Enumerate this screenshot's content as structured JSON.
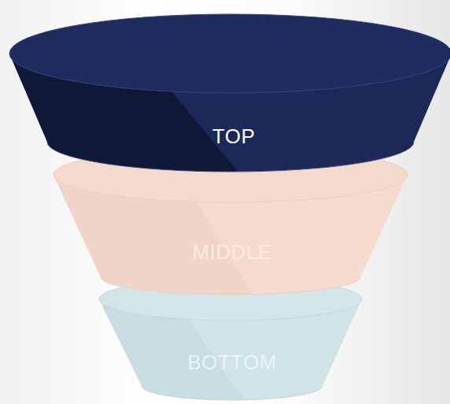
{
  "diagram": {
    "nodes": [
      {
        "text": [
          "TOP"
        ]
      },
      {
        "text": [
          "MIDDLE"
        ]
      },
      {
        "text": [
          "BOTTOM"
        ]
      }
    ]
  }
}
